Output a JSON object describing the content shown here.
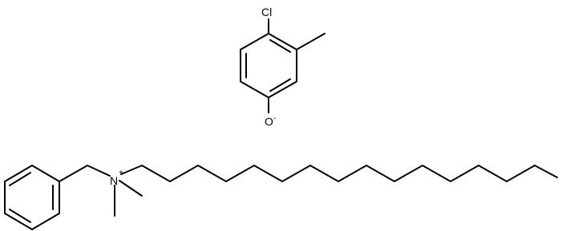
{
  "structure": {
    "phenolate": {
      "chlorine": "Cl",
      "oxygen": "O",
      "oxygen_charge": "-"
    },
    "ammonium": {
      "nitrogen": "N",
      "nitrogen_charge": "+"
    }
  },
  "colors": {
    "bond": "#000000",
    "label": "#000000",
    "background": "#ffffff"
  }
}
